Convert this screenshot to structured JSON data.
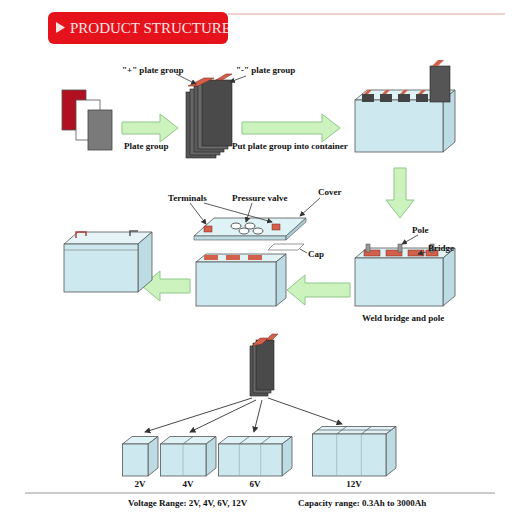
{
  "diagram": {
    "title": "PRODUCT STRUCTURE",
    "nodes": [
      {
        "text": [
          "2V"
        ]
      },
      {
        "text": [
          "4V"
        ]
      },
      {
        "text": [
          "6V"
        ]
      },
      {
        "text": [
          "12V"
        ]
      }
    ],
    "labels": [
      "\"+\" plate group",
      "\"-\" plate group",
      "Plate group",
      "Put plate group into container",
      "Terminals",
      "Pressure valve",
      "Cover",
      "Cap",
      "Pole",
      "Bridge",
      "Weld bridge and pole",
      "Voltage Range: 2V, 4V, 6V, 12V",
      "Capacity range: 0.3Ah to 3000Ah"
    ]
  }
}
